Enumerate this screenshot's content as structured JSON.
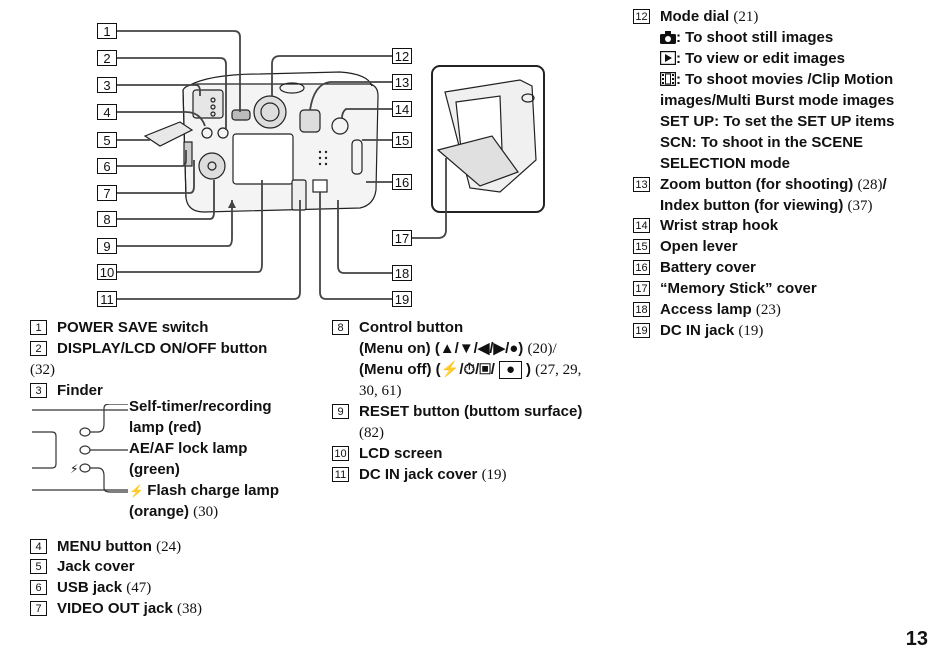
{
  "diagram": {
    "callout_numbers": [
      "1",
      "2",
      "3",
      "4",
      "5",
      "6",
      "7",
      "8",
      "9",
      "10",
      "11"
    ],
    "callout_numbers_right": [
      "12",
      "13",
      "14",
      "15",
      "16",
      "17",
      "18",
      "19"
    ]
  },
  "left_list": {
    "items": [
      {
        "num": "1",
        "label": "POWER SAVE switch",
        "page": ""
      },
      {
        "num": "2",
        "label": "DISPLAY/LCD ON/OFF button",
        "page": "(32)"
      },
      {
        "num": "3",
        "label": "Finder",
        "page": ""
      }
    ],
    "finder_lamps": [
      {
        "label_line1": "Self-timer/recording",
        "label_line2": "lamp (red)",
        "page": ""
      },
      {
        "label_line1": "AE/AF lock lamp",
        "label_line2": "(green)",
        "page": ""
      },
      {
        "label_line1": "Flash charge lamp",
        "label_line2": "(orange)",
        "page": "(30)"
      }
    ],
    "items_after": [
      {
        "num": "4",
        "label": "MENU button",
        "page": "(24)"
      },
      {
        "num": "5",
        "label": "Jack cover",
        "page": ""
      },
      {
        "num": "6",
        "label": "USB jack",
        "page": "(47)"
      },
      {
        "num": "7",
        "label": "VIDEO OUT jack",
        "page": "(38)"
      }
    ]
  },
  "middle_list": {
    "control": {
      "num": "8",
      "line1": "Control button",
      "line2_label": "(Menu on) (▲/▼/◀/▶/●)",
      "line2_page": "(20)/",
      "line3_label": "(Menu off) (⚡/⏱/▣/",
      "line3_page": "(27, 29,",
      "line4_page": "30, 61)"
    },
    "items": [
      {
        "num": "9",
        "label": "RESET button (buttom surface)",
        "page": "(82)"
      },
      {
        "num": "10",
        "label": "LCD screen",
        "page": ""
      },
      {
        "num": "11",
        "label": "DC IN jack cover",
        "page": "(19)"
      }
    ]
  },
  "right_list": {
    "mode_dial": {
      "num": "12",
      "label": "Mode dial",
      "page": "(21)"
    },
    "mode_lines": [
      ": To shoot still images",
      ": To view or edit images",
      ": To shoot movies /Clip Motion",
      "images/Multi Burst mode images",
      "SET UP: To set the SET UP items",
      "SCN: To shoot in the SCENE",
      "SELECTION mode"
    ],
    "zoom": {
      "num": "13",
      "label": "Zoom button (for shooting)",
      "page": "(28)",
      "slash": "/",
      "line2": "Index button (for viewing)",
      "page2": "(37)"
    },
    "items": [
      {
        "num": "14",
        "label": "Wrist strap hook",
        "page": ""
      },
      {
        "num": "15",
        "label": "Open lever",
        "page": ""
      },
      {
        "num": "16",
        "label": "Battery cover",
        "page": ""
      },
      {
        "num": "17",
        "label": "“Memory Stick” cover",
        "page": ""
      },
      {
        "num": "18",
        "label": "Access lamp",
        "page": "(23)"
      },
      {
        "num": "19",
        "label": "DC IN jack",
        "page": "(19)"
      }
    ]
  },
  "page_number": "13"
}
